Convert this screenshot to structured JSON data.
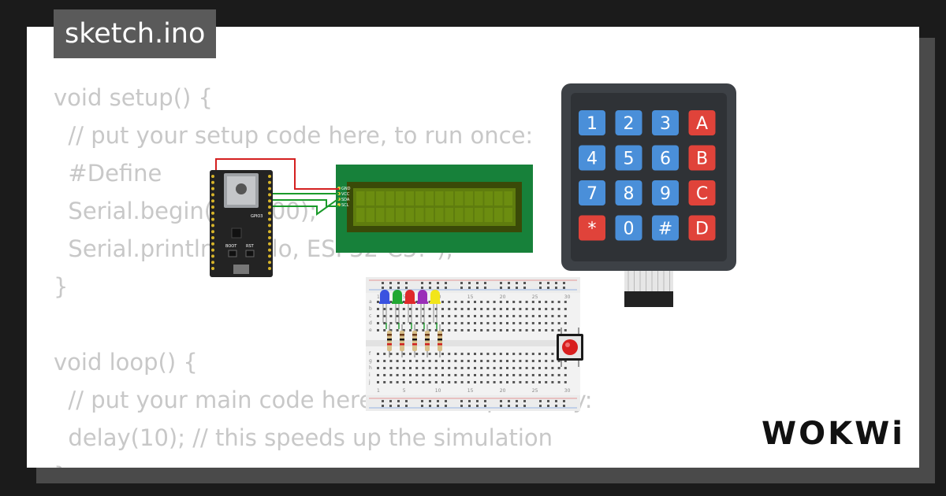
{
  "file_tab": {
    "name": "sketch.ino"
  },
  "code_lines": [
    "void setup() {",
    "  // put your setup code here, to run once:",
    "  #Define",
    "  Serial.begin(115200);",
    "  Serial.println(\"Hello, ESP32-C3!\");",
    "}",
    "",
    "void loop() {",
    "  // put your main code here, to run repeatedly:",
    "  delay(10); // this speeds up the simulation",
    "}"
  ],
  "keypad": {
    "keys": [
      "1",
      "2",
      "3",
      "A",
      "4",
      "5",
      "6",
      "B",
      "7",
      "8",
      "9",
      "C",
      "*",
      "0",
      "#",
      "D"
    ]
  },
  "mcu": {
    "labels": {
      "boot": "BOOT",
      "rst": "RST",
      "gpio": "GPIO3"
    }
  },
  "lcd": {
    "pins": [
      "GND",
      "VCC",
      "SDA",
      "SCL"
    ]
  },
  "breadboard": {
    "column_numbers": [
      "1",
      "5",
      "10",
      "15",
      "20",
      "25",
      "30"
    ],
    "row_letters": [
      "a",
      "b",
      "c",
      "d",
      "e",
      "f",
      "g",
      "h",
      "i",
      "j"
    ]
  },
  "leds": [
    {
      "color": "#3a52e0"
    },
    {
      "color": "#22a832"
    },
    {
      "color": "#e02a2a"
    },
    {
      "color": "#9a2fb8"
    },
    {
      "color": "#f2e51a"
    }
  ],
  "brand": {
    "logo_text": "WOKWi"
  },
  "colors": {
    "background": "#1b1b1b",
    "card": "#ffffff",
    "tab": "#5a5a5a",
    "code_text": "#c8c8c8",
    "keypad_body": "#3d4146",
    "key_blue": "#4a8fd9",
    "key_red": "#e0433a",
    "lcd_board": "#17813a",
    "lcd_screen": "#5f7d0e"
  }
}
